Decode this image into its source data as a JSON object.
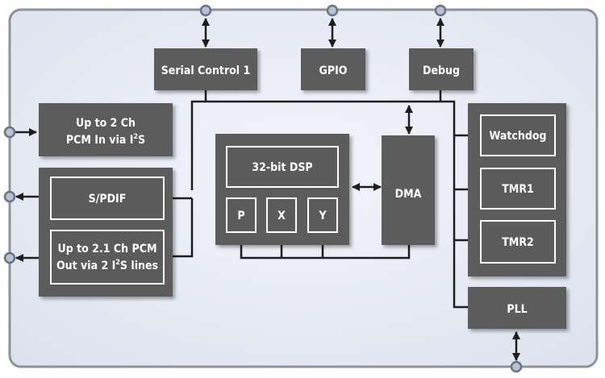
{
  "blocks": {
    "serial_control": "Serial Control 1",
    "gpio": "GPIO",
    "debug": "Debug",
    "pcm_in_line1": "Up to 2 Ch",
    "pcm_in_line2_pre": "PCM In via I",
    "pcm_in_line2_sup": "2",
    "pcm_in_line2_post": "S",
    "spdif": "S/PDIF",
    "pcm_out_line1": "Up to 2.1 Ch PCM",
    "pcm_out_line2_pre": "Out via 2 I",
    "pcm_out_line2_sup": "2",
    "pcm_out_line2_post": "S lines",
    "dsp": "32-bit DSP",
    "mem_p": "P",
    "mem_x": "X",
    "mem_y": "Y",
    "dma": "DMA",
    "watchdog": "Watchdog",
    "tmr1": "TMR1",
    "tmr2": "TMR2",
    "pll": "PLL"
  },
  "colors": {
    "chip_fill": "#e4e8f3",
    "chip_border": "#8d929b",
    "block_fill": "#5b5b5b",
    "block_inner_border": "#ffffff",
    "line": "#1e1e1e",
    "pin_fill": "#b7c2d6",
    "pin_stroke": "#6c7380"
  }
}
